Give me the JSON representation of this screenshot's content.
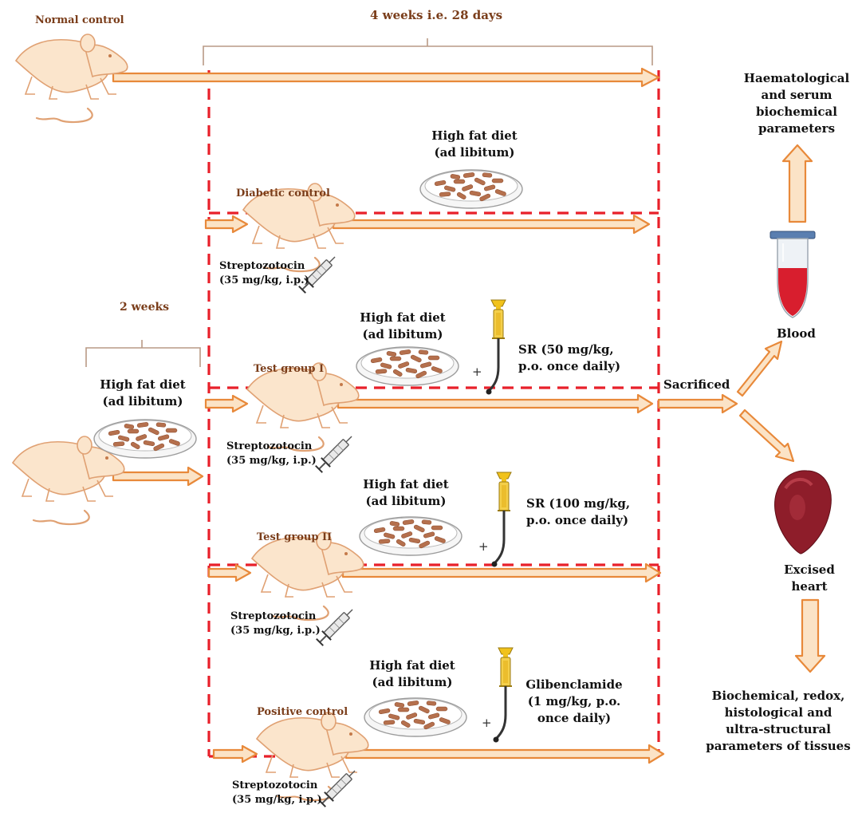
{
  "title_period": "4 weeks i.e. 28 days",
  "induction_period": "2 weeks",
  "groups": {
    "normal": "Normal control",
    "diabetic": "Diabetic control",
    "test1": "Test  group I",
    "test2": "Test  group II",
    "positive": "Positive control"
  },
  "diet": {
    "line1": "High fat diet",
    "line2": "(ad libitum)"
  },
  "stz": {
    "line1": "Streptozotocin",
    "line2": "(35 mg/kg, i.p.)",
    "line2_last": "(35 mg/kg, i.p.)"
  },
  "treatments": {
    "t1": {
      "line1": "SR (50 mg/kg,",
      "line2": "p.o. once daily)"
    },
    "t2": {
      "line1": "SR (100 mg/kg,",
      "line2": "p.o. once daily)"
    },
    "pc": {
      "line1": "Glibenclamide",
      "line2": "(1 mg/kg, p.o.",
      "line3": "once daily)"
    }
  },
  "plus_sign": "+",
  "sacrificed": "Sacrificed",
  "blood": "Blood",
  "heart": {
    "line1": "Excised",
    "line2": "heart"
  },
  "blood_output": {
    "line1": "Haematological",
    "line2": "and serum",
    "line3": "biochemical",
    "line4": "parameters"
  },
  "heart_output": {
    "line1": "Biochemical, redox,",
    "line2": "histological  and",
    "line3": "ultra-structural",
    "line4": "parameters of tissues"
  },
  "colors": {
    "arrow_fill": "#fbe3c6",
    "arrow_stroke": "#e8893a",
    "dashed_red": "#e8202a",
    "rat_fill": "#fbe5cc",
    "rat_stroke": "#e0a173",
    "pellet": "#b5704d",
    "label_brown": "#7a3d1a",
    "blood_red": "#d81e2e",
    "heart": "#8e1d2a"
  }
}
